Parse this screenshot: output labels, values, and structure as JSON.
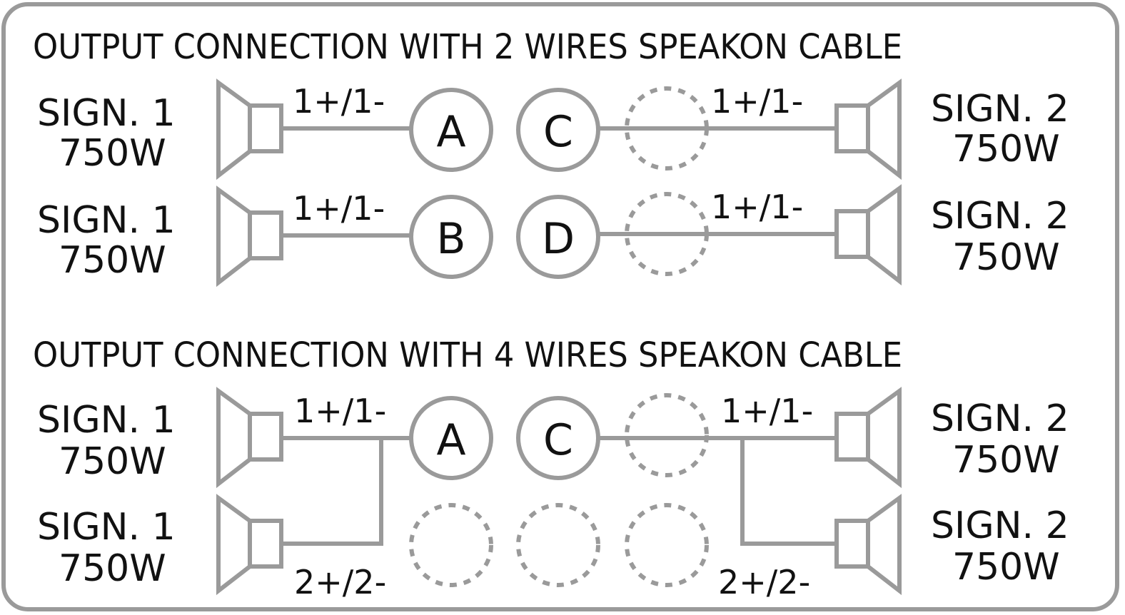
{
  "colors": {
    "stroke": "#9a9a9a",
    "text": "#111111",
    "background": "#ffffff"
  },
  "sections": [
    {
      "title": "OUTPUT CONNECTION WITH 2 WIRES SPEAKON CABLE",
      "rows": [
        {
          "left": {
            "line1": "SIGN. 1",
            "line2": "750W"
          },
          "left_wire": "1+/1-",
          "left_connector": "A",
          "right_connector": "C",
          "right_wire": "1+/1-",
          "right": {
            "line1": "SIGN. 2",
            "line2": "750W"
          }
        },
        {
          "left": {
            "line1": "SIGN. 1",
            "line2": "750W"
          },
          "left_wire": "1+/1-",
          "left_connector": "B",
          "right_connector": "D",
          "right_wire": "1+/1-",
          "right": {
            "line1": "SIGN. 2",
            "line2": "750W"
          }
        }
      ]
    },
    {
      "title": "OUTPUT CONNECTION WITH 4 WIRES SPEAKON CABLE",
      "rows": [
        {
          "left": {
            "line1": "SIGN. 1",
            "line2": "750W"
          },
          "left_wire": "1+/1-",
          "left_connector": "A",
          "right_connector": "C",
          "right_wire": "1+/1-",
          "right": {
            "line1": "SIGN. 2",
            "line2": "750W"
          }
        },
        {
          "left": {
            "line1": "SIGN. 1",
            "line2": "750W"
          },
          "left_wire": "2+/2-",
          "right_wire": "2+/2-",
          "right": {
            "line1": "SIGN. 2",
            "line2": "750W"
          }
        }
      ]
    }
  ]
}
